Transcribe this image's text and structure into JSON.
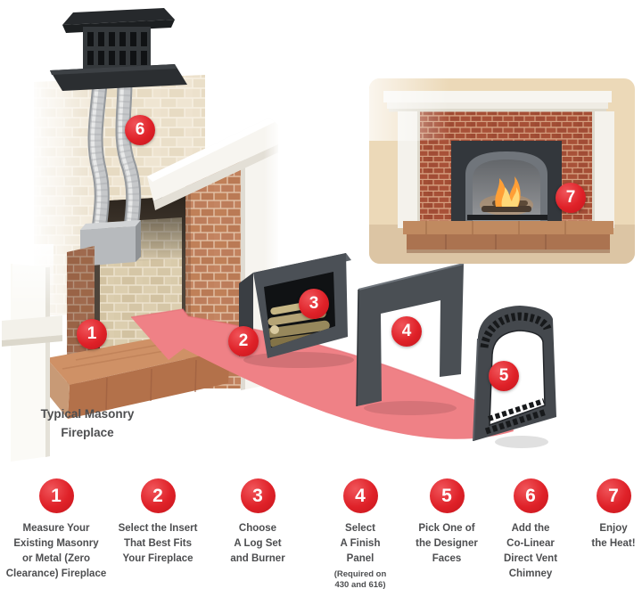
{
  "illustration": {
    "caption": "Typical Masonry\nFireplace",
    "markers": [
      {
        "label": "1"
      },
      {
        "label": "2"
      },
      {
        "label": "3"
      },
      {
        "label": "4"
      },
      {
        "label": "5"
      },
      {
        "label": "6"
      },
      {
        "label": "7"
      }
    ]
  },
  "steps": [
    {
      "number": "1",
      "text": "Measure Your\nExisting Masonry\nor Metal (Zero\nClearance) Fireplace",
      "note": ""
    },
    {
      "number": "2",
      "text": "Select the Insert\nThat Best Fits\nYour Fireplace",
      "note": ""
    },
    {
      "number": "3",
      "text": "Choose\nA Log Set\nand Burner",
      "note": ""
    },
    {
      "number": "4",
      "text": "Select\nA Finish\nPanel",
      "note": "(Required on\n430 and 616)"
    },
    {
      "number": "5",
      "text": "Pick One of\nthe Designer\nFaces",
      "note": ""
    },
    {
      "number": "6",
      "text": "Add the\nCo-Linear\nDirect Vent\nChimney",
      "note": ""
    },
    {
      "number": "7",
      "text": "Enjoy\nthe Heat!",
      "note": ""
    }
  ],
  "colors": {
    "badge_red": "#de2026",
    "arrow_pink": "#ef8186",
    "text_gray": "#4d4e50",
    "wall_tan": "#ecd9b8",
    "photo_brick_red": "#a24c35"
  }
}
